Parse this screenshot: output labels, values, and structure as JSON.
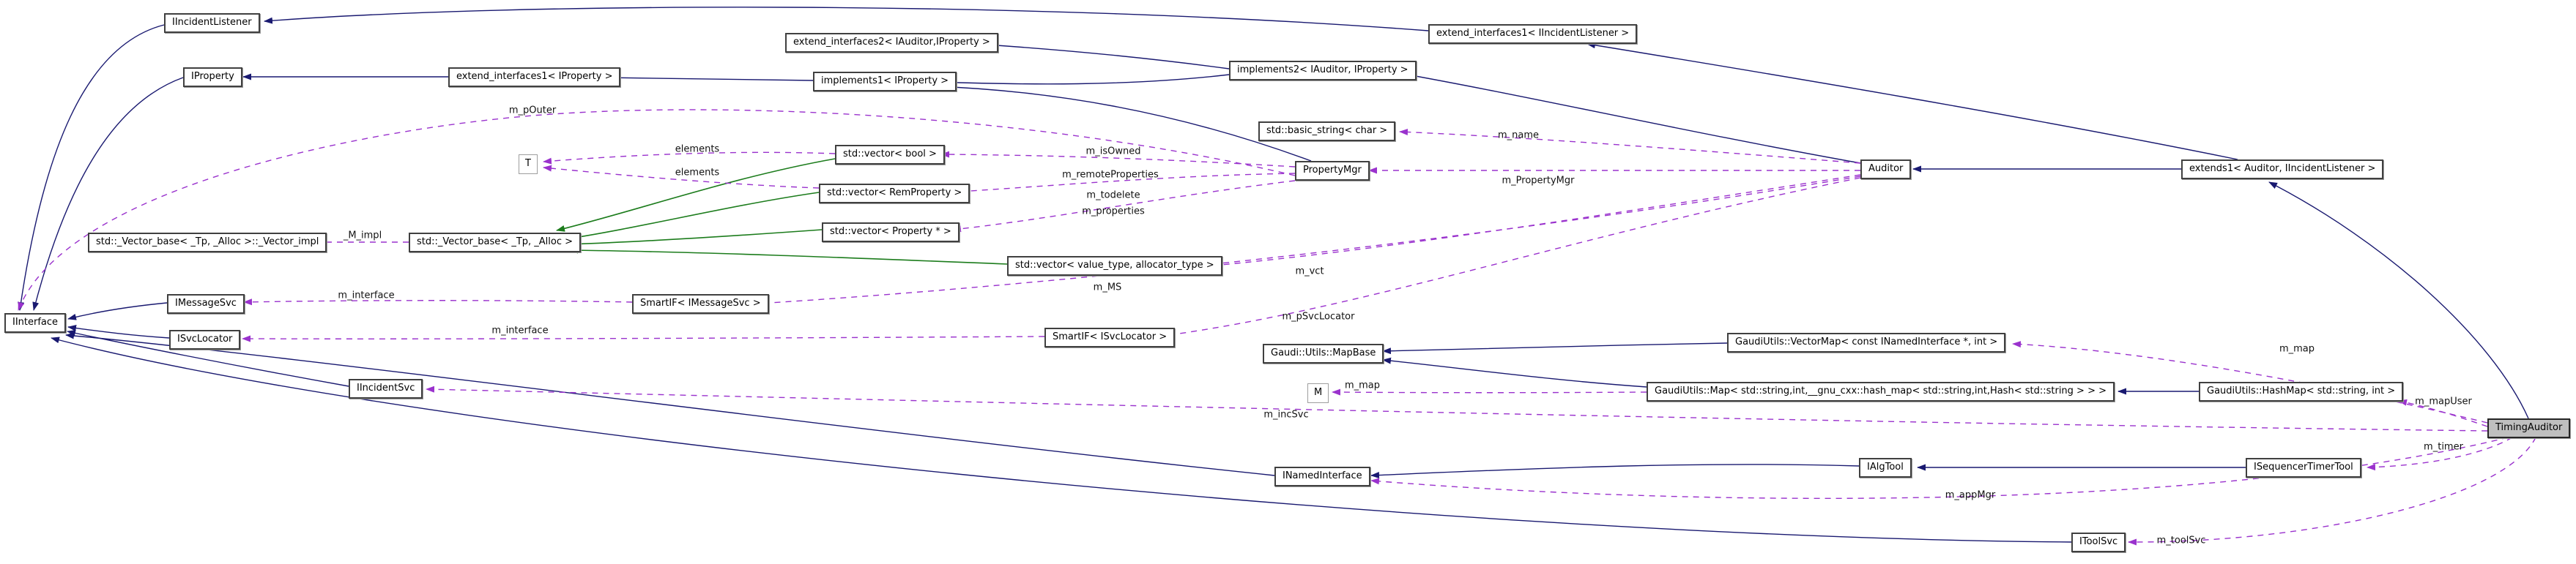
{
  "colors": {
    "inheritance_edge": "#191970",
    "usage_edge": "#9a32cd",
    "template_edge": "#1c7c1c",
    "focal_node_fill": "#bfbfbf",
    "node_fill": "#ffffff",
    "node_border": "#404040"
  },
  "nodes": {
    "iincident_listener": {
      "label": "IIncidentListener"
    },
    "iproperty": {
      "label": "IProperty"
    },
    "ext1_iproperty": {
      "label": "extend_interfaces1< IProperty >"
    },
    "ext2_iauditor_iproperty": {
      "label": "extend_interfaces2< IAuditor,IProperty >"
    },
    "impl1_iproperty": {
      "label": "implements1< IProperty >"
    },
    "impl2_iauditor_iproperty": {
      "label": "implements2< IAuditor, IProperty >"
    },
    "ext1_iincident_listener": {
      "label": "extend_interfaces1< IIncidentListener >"
    },
    "t_param": {
      "label": "T"
    },
    "vector_bool": {
      "label": "std::vector< bool >"
    },
    "vector_remproperty": {
      "label": "std::vector< RemProperty >"
    },
    "vector_property_ptr": {
      "label": "std::vector< Property * >"
    },
    "vector_value_type": {
      "label": "std::vector< value_type, allocator_type >"
    },
    "basic_string_char": {
      "label": "std::basic_string< char >"
    },
    "property_mgr": {
      "label": "PropertyMgr"
    },
    "auditor": {
      "label": "Auditor"
    },
    "extends1_auditor": {
      "label": "extends1< Auditor, IIncidentListener >"
    },
    "vector_base_impl": {
      "label": "std::_Vector_base< _Tp, _Alloc >::_Vector_impl"
    },
    "vector_base": {
      "label": "std::_Vector_base< _Tp, _Alloc >"
    },
    "iinterface": {
      "label": "IInterface"
    },
    "imessagesvc": {
      "label": "IMessageSvc"
    },
    "isvclocator": {
      "label": "ISvcLocator"
    },
    "iincidentsvc": {
      "label": "IIncidentSvc"
    },
    "smartif_imessagesvc": {
      "label": "SmartIF< IMessageSvc >"
    },
    "smartif_isvclocator": {
      "label": "SmartIF< ISvcLocator >"
    },
    "mapbase": {
      "label": "Gaudi::Utils::MapBase"
    },
    "vectormap": {
      "label": "GaudiUtils::VectorMap< const INamedInterface *, int >"
    },
    "m_param": {
      "label": "M"
    },
    "gaudimap": {
      "label": "GaudiUtils::Map< std::string,int,__gnu_cxx::hash_map< std::string,int,Hash< std::string > > >"
    },
    "hashmap": {
      "label": "GaudiUtils::HashMap< std::string, int >"
    },
    "timing_auditor": {
      "label": "TimingAuditor"
    },
    "inamedinterface": {
      "label": "INamedInterface"
    },
    "ialgtool": {
      "label": "IAlgTool"
    },
    "isequencertimertool": {
      "label": "ISequencerTimerTool"
    },
    "itoolsvc": {
      "label": "IToolSvc"
    }
  },
  "edge_labels": {
    "m_pouter": "m_pOuter",
    "elements_bool": "elements",
    "elements_rem": "elements",
    "m_isowned": "m_isOwned",
    "m_remoteproperties": "m_remoteProperties",
    "m_todelete": "m_todelete",
    "m_properties": "m_properties",
    "m_name": "m_name",
    "m_propertymgr": "m_PropertyMgr",
    "m_vct": "m_vct",
    "m_ms": "m_MS",
    "m_interface_ms": "m_interface",
    "m_interface_svc": "m_interface",
    "m_psvclocator": "m_pSvcLocator",
    "m_map_inner": "m_map",
    "m_map_outer": "m_map",
    "m_mapuser": "m_mapUser",
    "m_incsvc": "m_incSvc",
    "m_timer": "m_timer",
    "m_appmgr": "m_appMgr",
    "m_toolsvc": "m_toolSvc",
    "m_impl": "_M_impl"
  }
}
